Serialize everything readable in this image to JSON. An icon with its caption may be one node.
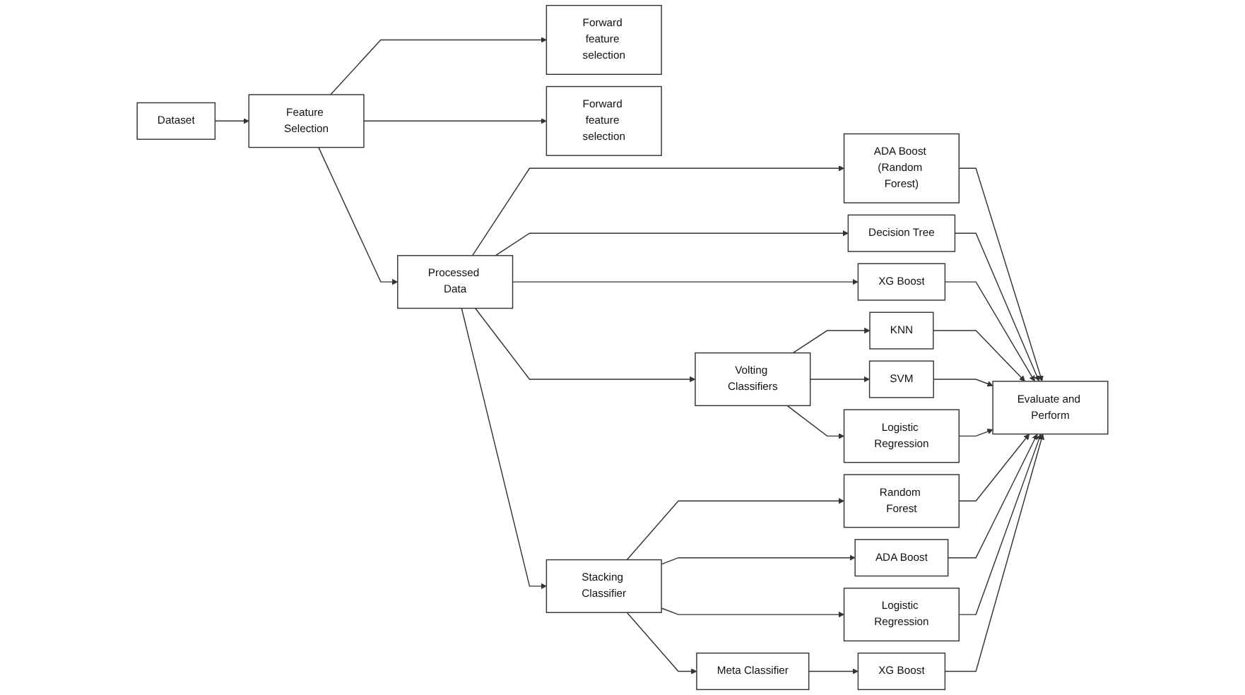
{
  "diagram": {
    "nodes": [
      {
        "text": [
          "Dataset"
        ]
      },
      {
        "text": [
          "Feature Selection"
        ]
      },
      {
        "text": [
          "Processed Data"
        ]
      },
      {
        "text": [
          "Forward feature selection"
        ]
      },
      {
        "text": [
          "Forward feature selection"
        ]
      },
      {
        "text": [
          "ADA Boost (Random Forest)"
        ]
      },
      {
        "text": [
          "Decision Tree"
        ]
      },
      {
        "text": [
          "XG Boost"
        ]
      },
      {
        "text": [
          "Volting Classifiers"
        ]
      },
      {
        "text": [
          "Stacking Classifier"
        ]
      },
      {
        "text": [
          "KNN"
        ]
      },
      {
        "text": [
          "SVM"
        ]
      },
      {
        "text": [
          "Logistic Regression"
        ]
      },
      {
        "text": [
          "Random Forest"
        ]
      },
      {
        "text": [
          "ADA Boost"
        ]
      },
      {
        "text": [
          "Logistic Regression"
        ]
      },
      {
        "text": [
          "Meta Classifier"
        ]
      },
      {
        "text": [
          "XG Boost"
        ]
      },
      {
        "text": [
          "Evaluate and Perform"
        ]
      }
    ],
    "edges": [
      {
        "from": 0,
        "to": 1,
        "arrow": "to"
      },
      {
        "from": 1,
        "to": 2,
        "arrow": "to"
      },
      {
        "from": 1,
        "to": 3,
        "arrow": "to"
      },
      {
        "from": 1,
        "to": 4,
        "arrow": "to"
      },
      {
        "from": 2,
        "to": 5,
        "arrow": "to"
      },
      {
        "from": 2,
        "to": 6,
        "arrow": "to"
      },
      {
        "from": 2,
        "to": 7,
        "arrow": "to"
      },
      {
        "from": 2,
        "to": 8,
        "arrow": "to"
      },
      {
        "from": 2,
        "to": 9,
        "arrow": "to"
      },
      {
        "from": 8,
        "to": 10,
        "arrow": "to"
      },
      {
        "from": 8,
        "to": 11,
        "arrow": "to"
      },
      {
        "from": 8,
        "to": 12,
        "arrow": "to"
      },
      {
        "from": 9,
        "to": 13,
        "arrow": "to"
      },
      {
        "from": 9,
        "to": 14,
        "arrow": "to"
      },
      {
        "from": 9,
        "to": 15,
        "arrow": "to"
      },
      {
        "from": 9,
        "to": 16,
        "arrow": "to"
      },
      {
        "from": 16,
        "to": 17,
        "arrow": "to"
      },
      {
        "from": 5,
        "to": 18,
        "arrow": "to"
      },
      {
        "from": 6,
        "to": 18,
        "arrow": "to"
      },
      {
        "from": 7,
        "to": 18,
        "arrow": "to"
      },
      {
        "from": 10,
        "to": 18,
        "arrow": "to"
      },
      {
        "from": 11,
        "to": 18,
        "arrow": "to"
      },
      {
        "from": 12,
        "to": 18,
        "arrow": "to"
      },
      {
        "from": 13,
        "to": 18,
        "arrow": "to"
      },
      {
        "from": 14,
        "to": 18,
        "arrow": "to"
      },
      {
        "from": 15,
        "to": 18,
        "arrow": "to"
      },
      {
        "from": 17,
        "to": 18,
        "arrow": "to"
      }
    ]
  }
}
